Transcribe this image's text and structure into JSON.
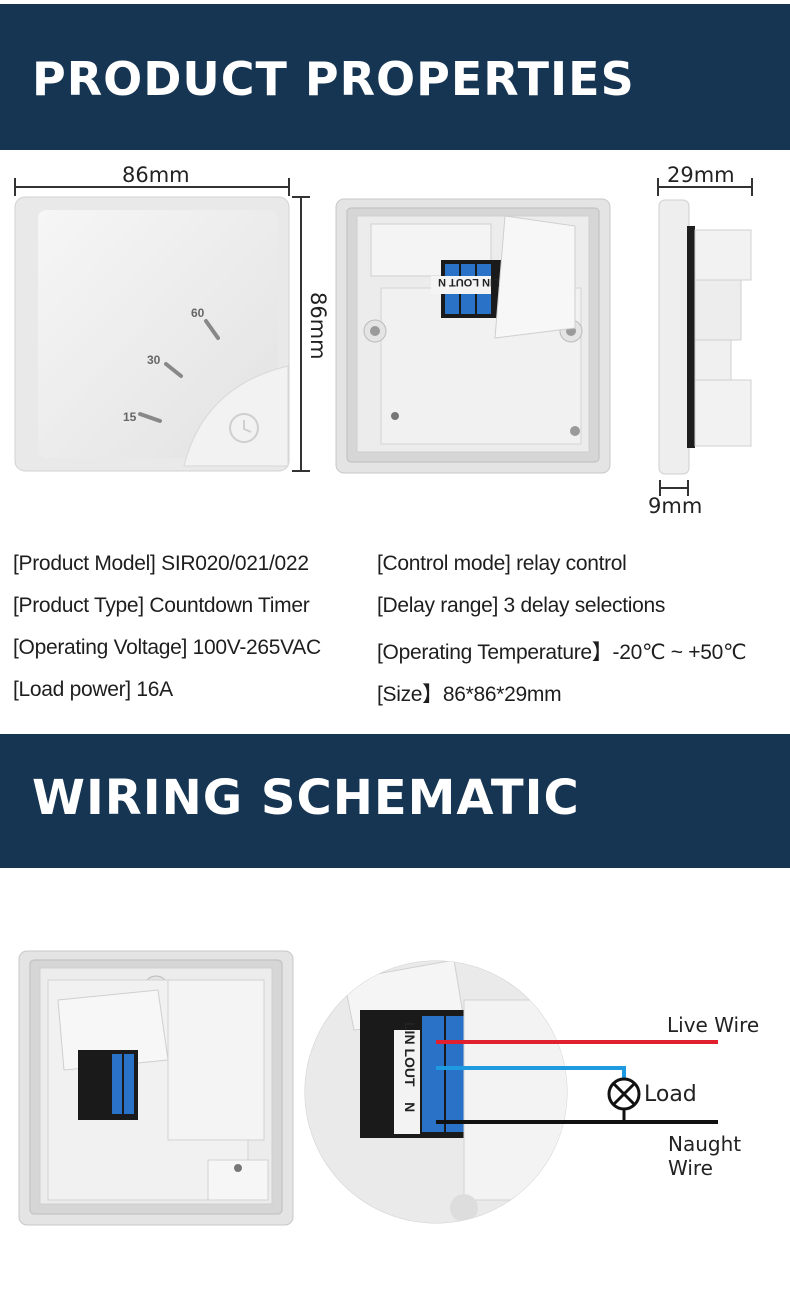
{
  "sections": {
    "properties_title": "PRODUCT PROPERTIES",
    "wiring_title": "WIRING SCHEMATIC"
  },
  "dimensions": {
    "width": "86mm",
    "height": "86mm",
    "depth": "29mm",
    "base": "9mm"
  },
  "dial": {
    "marks": [
      "60",
      "30",
      "15"
    ]
  },
  "terminal_labels": {
    "lin": "LIN",
    "lout": "LOUT",
    "n": "N"
  },
  "specs": {
    "left": [
      "[Product Model] SIR020/021/022",
      "[Product Type] Countdown Timer",
      "[Operating Voltage] 100V-265VAC",
      "[Load power] 16A"
    ],
    "right": [
      "[Control mode] relay control",
      "[Delay range] 3 delay selections",
      "[Operating Temperature】-20℃ ~ +50℃",
      "[Size】86*86*29mm"
    ]
  },
  "wiring": {
    "live": "Live Wire",
    "load": "Load",
    "neutral": "Naught Wire",
    "colors": {
      "live": "#e0202e",
      "load": "#1e9be0",
      "neutral": "#111111"
    }
  }
}
